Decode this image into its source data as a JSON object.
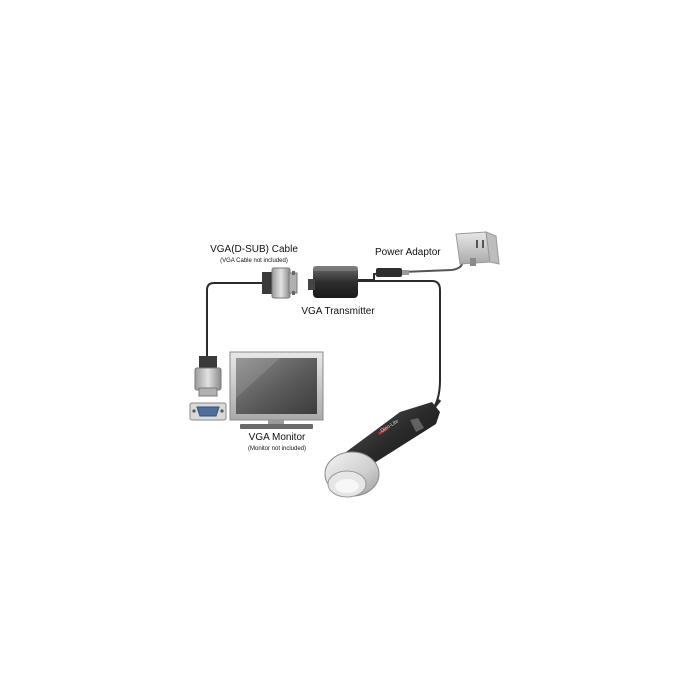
{
  "labels": {
    "cable_title": "VGA(D-SUB) Cable",
    "cable_note": "(VGA Cable not included)",
    "adaptor_title": "Power Adaptor",
    "transmitter_title": "VGA Transmitter",
    "monitor_title": "VGA Monitor",
    "monitor_note": "(Monitor not included)",
    "brand_text": "Dino-Lite"
  },
  "colors": {
    "cable": "#2b2b2b",
    "device_body": "#3a3a3a",
    "screen": "#6a6a6a",
    "frame": "#c8c8c8",
    "plug": "#d9d9d9",
    "brand_accent": "#c0392b"
  }
}
